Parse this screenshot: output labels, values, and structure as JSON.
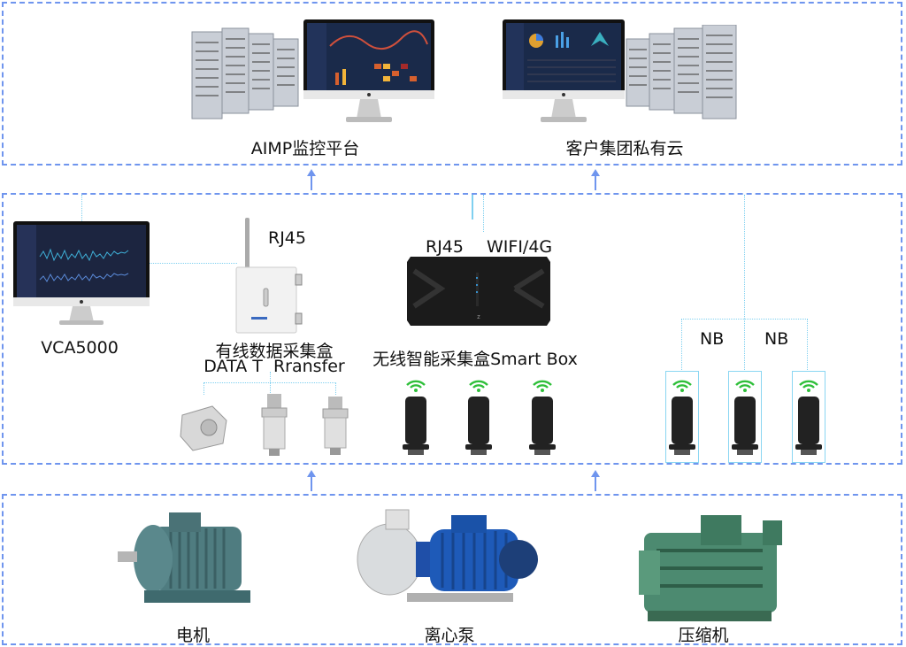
{
  "cloud_layer": {
    "aimp_label": "AIMP监控平台",
    "private_cloud_label": "客户集团私有云"
  },
  "collection_layer": {
    "vca_label": "VCA5000",
    "wired_box": {
      "rj45": "RJ45",
      "name_cn": "有线数据采集盒",
      "name_en": "DATA T  Rransfer"
    },
    "smart_box": {
      "rj45": "RJ45",
      "wireless": "WIFI/4G",
      "name": "无线智能采集盒Smart Box"
    },
    "nb_labels": [
      "NB",
      "NB"
    ]
  },
  "equipment_layer": {
    "items": [
      "电机",
      "离心泵",
      "压缩机"
    ]
  },
  "colors": {
    "zone_border": "#6f95ee",
    "link": "#7fd0f0",
    "wifi": "#2fbf3a"
  }
}
